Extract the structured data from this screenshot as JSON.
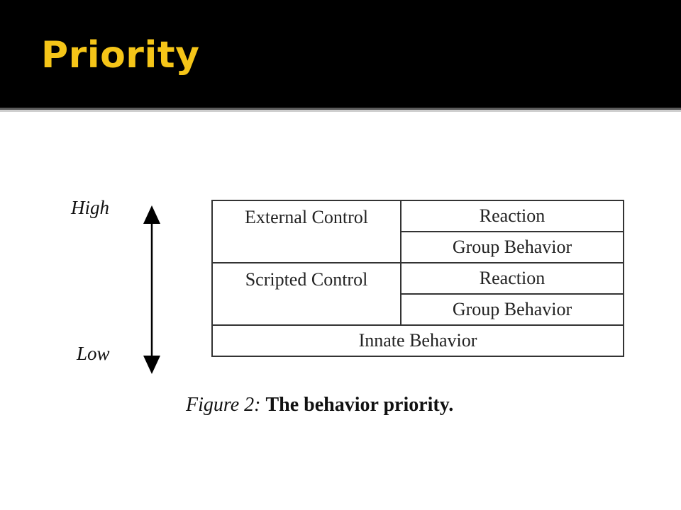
{
  "slide": {
    "title": "Priority",
    "colors": {
      "title_bg": "#000000",
      "title_text": "#f5c518"
    }
  },
  "diagram": {
    "scale": {
      "high_label": "High",
      "low_label": "Low"
    },
    "table": {
      "rows": [
        {
          "control": "External Control",
          "items": [
            "Reaction",
            "Group Behavior"
          ]
        },
        {
          "control": "Scripted Control",
          "items": [
            "Reaction",
            "Group Behavior"
          ]
        }
      ],
      "footer": "Innate Behavior"
    },
    "caption": {
      "label": "Figure 2:",
      "text": "The behavior priority."
    }
  }
}
